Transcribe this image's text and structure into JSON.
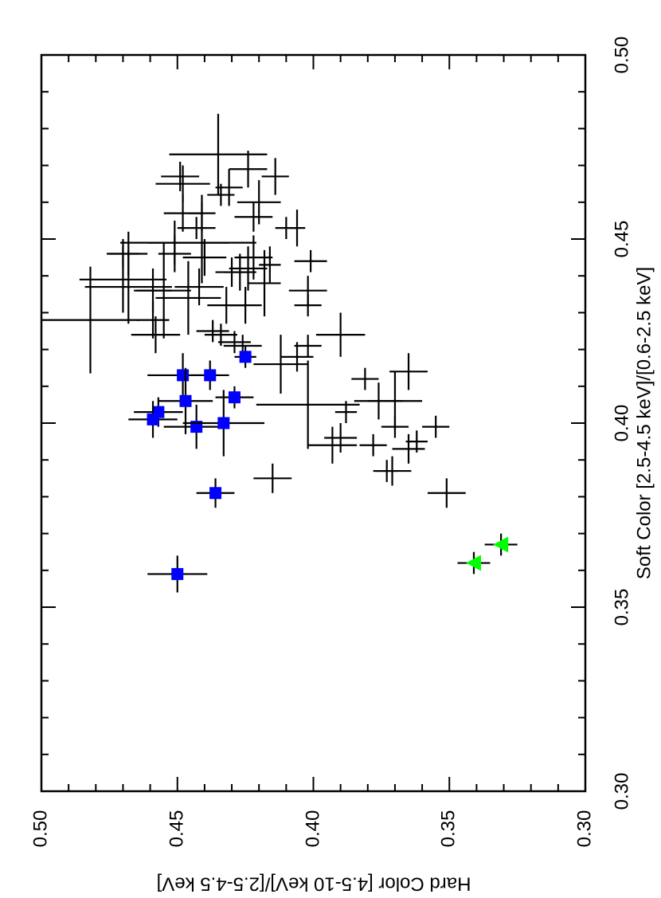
{
  "chart_data": {
    "type": "scatter",
    "orientation": "rotated-90",
    "title": "",
    "xlabel": "Soft Color [2.5-4.5 keV]/[0.6-2.5 keV]",
    "ylabel": "Hard Color [4.5-10 keV]/[2.5-4.5 keV]",
    "xlim": [
      0.3,
      0.5
    ],
    "ylim": [
      0.3,
      0.5
    ],
    "xticks": [
      "0.30",
      "0.35",
      "0.40",
      "0.45",
      "0.50"
    ],
    "yticks": [
      "0.30",
      "0.35",
      "0.40",
      "0.45",
      "0.50"
    ],
    "grid": false,
    "legend": null,
    "series": [
      {
        "name": "black crosses",
        "marker": "none",
        "color": "#000000",
        "points": [
          {
            "soft": 0.473,
            "hard": 0.435,
            "soft_err": 0.011,
            "hard_err": 0.018
          },
          {
            "soft": 0.469,
            "hard": 0.424,
            "soft_err": 0.005,
            "hard_err": 0.007
          },
          {
            "soft": 0.467,
            "hard": 0.449,
            "soft_err": 0.004,
            "hard_err": 0.007
          },
          {
            "soft": 0.465,
            "hard": 0.448,
            "soft_err": 0.005,
            "hard_err": 0.01
          },
          {
            "soft": 0.467,
            "hard": 0.414,
            "soft_err": 0.005,
            "hard_err": 0.005
          },
          {
            "soft": 0.464,
            "hard": 0.431,
            "soft_err": 0.005,
            "hard_err": 0.005
          },
          {
            "soft": 0.462,
            "hard": 0.434,
            "soft_err": 0.003,
            "hard_err": 0.005
          },
          {
            "soft": 0.46,
            "hard": 0.42,
            "soft_err": 0.006,
            "hard_err": 0.008
          },
          {
            "soft": 0.456,
            "hard": 0.422,
            "soft_err": 0.004,
            "hard_err": 0.007
          },
          {
            "soft": 0.453,
            "hard": 0.41,
            "soft_err": 0.003,
            "hard_err": 0.004
          },
          {
            "soft": 0.453,
            "hard": 0.406,
            "soft_err": 0.005,
            "hard_err": 0.003
          },
          {
            "soft": 0.457,
            "hard": 0.441,
            "soft_err": 0.005,
            "hard_err": 0.005
          },
          {
            "soft": 0.457,
            "hard": 0.448,
            "soft_err": 0.005,
            "hard_err": 0.007
          },
          {
            "soft": 0.453,
            "hard": 0.443,
            "soft_err": 0.003,
            "hard_err": 0.007
          },
          {
            "soft": 0.449,
            "hard": 0.451,
            "soft_err": 0.006,
            "hard_err": 0.02
          },
          {
            "soft": 0.449,
            "hard": 0.441,
            "soft_err": 0.011,
            "hard_err": 0.02
          },
          {
            "soft": 0.446,
            "hard": 0.47,
            "soft_err": 0.004,
            "hard_err": 0.006
          },
          {
            "soft": 0.446,
            "hard": 0.468,
            "soft_err": 0.006,
            "hard_err": 0.007
          },
          {
            "soft": 0.446,
            "hard": 0.451,
            "soft_err": 0.005,
            "hard_err": 0.006
          },
          {
            "soft": 0.428,
            "hard": 0.482,
            "soft_err": 0.0145,
            "hard_err": 0.018
          },
          {
            "soft": 0.439,
            "hard": 0.47,
            "soft_err": 0.009,
            "hard_err": 0.016
          },
          {
            "soft": 0.437,
            "hard": 0.468,
            "soft_err": 0.01,
            "hard_err": 0.016
          },
          {
            "soft": 0.436,
            "hard": 0.459,
            "soft_err": 0.006,
            "hard_err": 0.007
          },
          {
            "soft": 0.436,
            "hard": 0.455,
            "soft_err": 0.013,
            "hard_err": 0.01
          },
          {
            "soft": 0.428,
            "hard": 0.459,
            "soft_err": 0.005,
            "hard_err": 0.006
          },
          {
            "soft": 0.424,
            "hard": 0.458,
            "soft_err": 0.005,
            "hard_err": 0.009
          },
          {
            "soft": 0.434,
            "hard": 0.446,
            "soft_err": 0.01,
            "hard_err": 0.012
          },
          {
            "soft": 0.437,
            "hard": 0.442,
            "soft_err": 0.005,
            "hard_err": 0.009
          },
          {
            "soft": 0.445,
            "hard": 0.44,
            "soft_err": 0.005,
            "hard_err": 0.008
          },
          {
            "soft": 0.441,
            "hard": 0.43,
            "soft_err": 0.004,
            "hard_err": 0.006
          },
          {
            "soft": 0.441,
            "hard": 0.427,
            "soft_err": 0.005,
            "hard_err": 0.006
          },
          {
            "soft": 0.442,
            "hard": 0.424,
            "soft_err": 0.006,
            "hard_err": 0.007
          },
          {
            "soft": 0.445,
            "hard": 0.422,
            "soft_err": 0.006,
            "hard_err": 0.007
          },
          {
            "soft": 0.432,
            "hard": 0.432,
            "soft_err": 0.005,
            "hard_err": 0.007
          },
          {
            "soft": 0.432,
            "hard": 0.425,
            "soft_err": 0.005,
            "hard_err": 0.006
          },
          {
            "soft": 0.425,
            "hard": 0.437,
            "soft_err": 0.003,
            "hard_err": 0.006
          },
          {
            "soft": 0.424,
            "hard": 0.434,
            "soft_err": 0.003,
            "hard_err": 0.006
          },
          {
            "soft": 0.422,
            "hard": 0.429,
            "soft_err": 0.003,
            "hard_err": 0.006
          },
          {
            "soft": 0.421,
            "hard": 0.426,
            "soft_err": 0.003,
            "hard_err": 0.007
          },
          {
            "soft": 0.443,
            "hard": 0.416,
            "soft_err": 0.005,
            "hard_err": 0.004
          },
          {
            "soft": 0.444,
            "hard": 0.401,
            "soft_err": 0.003,
            "hard_err": 0.006
          },
          {
            "soft": 0.436,
            "hard": 0.402,
            "soft_err": 0.004,
            "hard_err": 0.007
          },
          {
            "soft": 0.432,
            "hard": 0.402,
            "soft_err": 0.003,
            "hard_err": 0.005
          },
          {
            "soft": 0.438,
            "hard": 0.418,
            "soft_err": 0.009,
            "hard_err": 0.006
          },
          {
            "soft": 0.424,
            "hard": 0.39,
            "soft_err": 0.006,
            "hard_err": 0.009
          },
          {
            "soft": 0.421,
            "hard": 0.402,
            "soft_err": 0.003,
            "hard_err": 0.005
          },
          {
            "soft": 0.418,
            "hard": 0.406,
            "soft_err": 0.004,
            "hard_err": 0.006
          },
          {
            "soft": 0.416,
            "hard": 0.412,
            "soft_err": 0.008,
            "hard_err": 0.01
          },
          {
            "soft": 0.412,
            "hard": 0.381,
            "soft_err": 0.003,
            "hard_err": 0.005
          },
          {
            "soft": 0.406,
            "hard": 0.376,
            "soft_err": 0.005,
            "hard_err": 0.009
          },
          {
            "soft": 0.406,
            "hard": 0.37,
            "soft_err": 0.008,
            "hard_err": 0.01
          },
          {
            "soft": 0.414,
            "hard": 0.365,
            "soft_err": 0.005,
            "hard_err": 0.007
          },
          {
            "soft": 0.405,
            "hard": 0.402,
            "soft_err": 0.012,
            "hard_err": 0.019
          },
          {
            "soft": 0.403,
            "hard": 0.388,
            "soft_err": 0.003,
            "hard_err": 0.004
          },
          {
            "soft": 0.394,
            "hard": 0.393,
            "soft_err": 0.005,
            "hard_err": 0.009
          },
          {
            "soft": 0.396,
            "hard": 0.39,
            "soft_err": 0.004,
            "hard_err": 0.006
          },
          {
            "soft": 0.394,
            "hard": 0.378,
            "soft_err": 0.003,
            "hard_err": 0.005
          },
          {
            "soft": 0.399,
            "hard": 0.37,
            "soft_err": 0.003,
            "hard_err": 0.005
          },
          {
            "soft": 0.399,
            "hard": 0.355,
            "soft_err": 0.003,
            "hard_err": 0.005
          },
          {
            "soft": 0.393,
            "hard": 0.365,
            "soft_err": 0.004,
            "hard_err": 0.006
          },
          {
            "soft": 0.395,
            "hard": 0.362,
            "soft_err": 0.003,
            "hard_err": 0.004
          },
          {
            "soft": 0.387,
            "hard": 0.373,
            "soft_err": 0.003,
            "hard_err": 0.004
          },
          {
            "soft": 0.387,
            "hard": 0.371,
            "soft_err": 0.004,
            "hard_err": 0.007
          },
          {
            "soft": 0.385,
            "hard": 0.415,
            "soft_err": 0.004,
            "hard_err": 0.007
          },
          {
            "soft": 0.381,
            "hard": 0.351,
            "soft_err": 0.004,
            "hard_err": 0.007
          }
        ]
      },
      {
        "name": "blue squares",
        "marker": "square",
        "color": "#0000ff",
        "points": [
          {
            "soft": 0.418,
            "hard": 0.425,
            "soft_err": 0.003,
            "hard_err": 0.004
          },
          {
            "soft": 0.413,
            "hard": 0.448,
            "soft_err": 0.006,
            "hard_err": 0.013
          },
          {
            "soft": 0.413,
            "hard": 0.438,
            "soft_err": 0.004,
            "hard_err": 0.007
          },
          {
            "soft": 0.407,
            "hard": 0.429,
            "soft_err": 0.003,
            "hard_err": 0.007
          },
          {
            "soft": 0.406,
            "hard": 0.447,
            "soft_err": 0.009,
            "hard_err": 0.01
          },
          {
            "soft": 0.403,
            "hard": 0.457,
            "soft_err": 0.004,
            "hard_err": 0.009
          },
          {
            "soft": 0.401,
            "hard": 0.459,
            "soft_err": 0.005,
            "hard_err": 0.009
          },
          {
            "soft": 0.399,
            "hard": 0.443,
            "soft_err": 0.006,
            "hard_err": 0.012
          },
          {
            "soft": 0.4,
            "hard": 0.433,
            "soft_err": 0.009,
            "hard_err": 0.015
          },
          {
            "soft": 0.381,
            "hard": 0.436,
            "soft_err": 0.004,
            "hard_err": 0.007
          },
          {
            "soft": 0.359,
            "hard": 0.45,
            "soft_err": 0.005,
            "hard_err": 0.011
          }
        ]
      },
      {
        "name": "green triangles",
        "marker": "triangle",
        "color": "#00ff00",
        "points": [
          {
            "soft": 0.367,
            "hard": 0.331,
            "soft_err": 0.003,
            "hard_err": 0.006
          },
          {
            "soft": 0.362,
            "hard": 0.341,
            "soft_err": 0.003,
            "hard_err": 0.006
          }
        ]
      }
    ]
  },
  "axes": {
    "right_axis": {
      "title": "Soft Color [2.5-4.5 keV]/[0.6-2.5 keV]",
      "ticks": [
        "0.50",
        "0.45",
        "0.40",
        "0.35",
        "0.30"
      ]
    },
    "bottom_axis": {
      "title": "Hard Color [4.5-10 keV]/[2.5-4.5 keV]",
      "ticks": [
        "0.50",
        "0.45",
        "0.40",
        "0.35",
        "0.30"
      ]
    }
  }
}
